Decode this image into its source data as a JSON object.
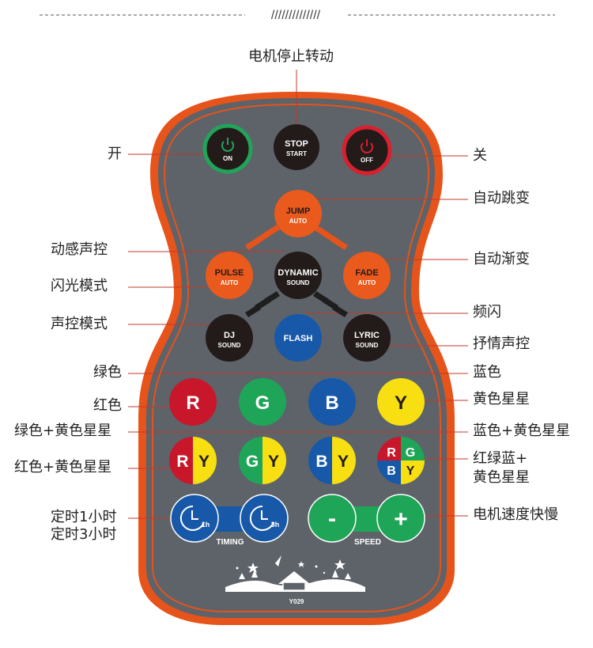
{
  "header": {
    "divider_text": "//////////////"
  },
  "callouts": {
    "motor_stop": "电机停止转动",
    "on": "开",
    "off": "关",
    "auto_jump": "自动跳变",
    "dynamic_sound": "动感声控",
    "auto_fade": "自动渐变",
    "flash_mode": "闪光模式",
    "strobe": "频闪",
    "sound_mode": "声控模式",
    "lyric_sound": "抒情声控",
    "green": "绿色",
    "blue": "蓝色",
    "red": "红色",
    "yellow_stars": "黄色星星",
    "green_yellow_stars": "绿色+黄色星星",
    "blue_yellow_stars": "蓝色+黄色星星",
    "red_yellow_stars": "红色+黄色星星",
    "rgb_yellow_line1": "红绿蓝+",
    "rgb_yellow_line2": "黄色星星",
    "timer_1h": "定时1小时",
    "timer_3h": "定时3小时",
    "motor_speed": "电机速度快慢"
  },
  "buttons": {
    "on": {
      "line1": "",
      "line2": "ON"
    },
    "stop": {
      "line1": "STOP",
      "line2": "START"
    },
    "off": {
      "line1": "",
      "line2": "OFF"
    },
    "jump": {
      "line1": "JUMP",
      "line2": "AUTO"
    },
    "pulse": {
      "line1": "PULSE",
      "line2": "AUTO"
    },
    "dynamic": {
      "line1": "DYNAMIC",
      "line2": "SOUND"
    },
    "fade": {
      "line1": "FADE",
      "line2": "AUTO"
    },
    "dj": {
      "line1": "DJ",
      "line2": "SOUND"
    },
    "flash": {
      "line1": "FLASH",
      "line2": ""
    },
    "lyric": {
      "line1": "LYRIC",
      "line2": "SOUND"
    },
    "r": "R",
    "g": "G",
    "b": "B",
    "y": "Y",
    "ry_r": "R",
    "ry_y": "Y",
    "gy_g": "G",
    "gy_y": "Y",
    "by_b": "B",
    "by_y": "Y",
    "rgby_r": "R",
    "rgby_g": "G",
    "rgby_b": "B",
    "rgby_y": "Y",
    "timer_1h": "1h",
    "timer_3h": "3h",
    "minus": "-",
    "plus": "+",
    "timing": "TIMING",
    "speed": "SPEED"
  },
  "model": "Y029",
  "colors": {
    "body": "#5d6369",
    "rim": "#e6531b",
    "on_ring": "#22a35a",
    "off_ring": "#d8202e",
    "dark_btn": "#231a1a",
    "orange_btn": "#ea5a1c",
    "blue_btn": "#1858a8",
    "red_btn": "#c8172b",
    "green_btn": "#1fa557",
    "yellow_btn": "#f7df12"
  }
}
